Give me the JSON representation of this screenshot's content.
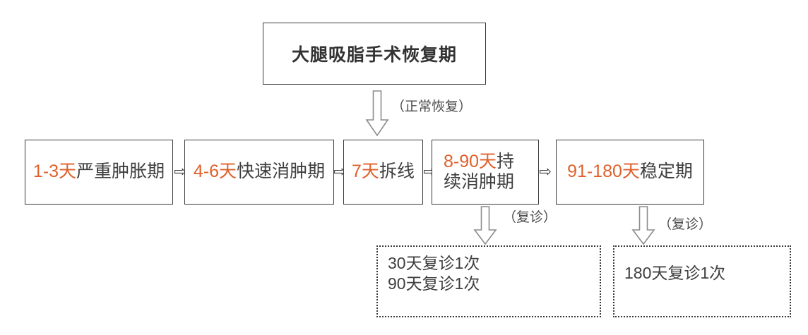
{
  "title": {
    "text": "大腿吸脂手术恢复期"
  },
  "colors": {
    "highlight": "#e0602b",
    "text": "#3f3f3f",
    "border": "#3a3a3a",
    "arrow": "#8c8c8c"
  },
  "flow": {
    "normal_arrow_caption": "（正常恢复）",
    "chain_arrow_glyph": "⇨",
    "stages": [
      {
        "id": "stage-1",
        "highlight": "1-3天",
        "rest": "严重肿胀期",
        "full": "1-3天严重肿胀期"
      },
      {
        "id": "stage-2",
        "highlight": "4-6天",
        "rest": "快速消肿期",
        "full": "4-6天快速消肿期"
      },
      {
        "id": "stage-3",
        "highlight": "7天",
        "rest": "拆线",
        "full": "7天拆线"
      },
      {
        "id": "stage-4",
        "highlight": "8-90天",
        "rest": "持续消肿期",
        "full": "8-90天持续消肿期"
      },
      {
        "id": "stage-5",
        "highlight": "91-180天",
        "rest": "稳定期",
        "full": "91-180天稳定期"
      }
    ]
  },
  "followups": [
    {
      "caption": "（复诊）",
      "lines": [
        "30天复诊1次",
        "90天复诊1次"
      ]
    },
    {
      "caption": "（复诊）",
      "lines": [
        "180天复诊1次"
      ]
    }
  ]
}
